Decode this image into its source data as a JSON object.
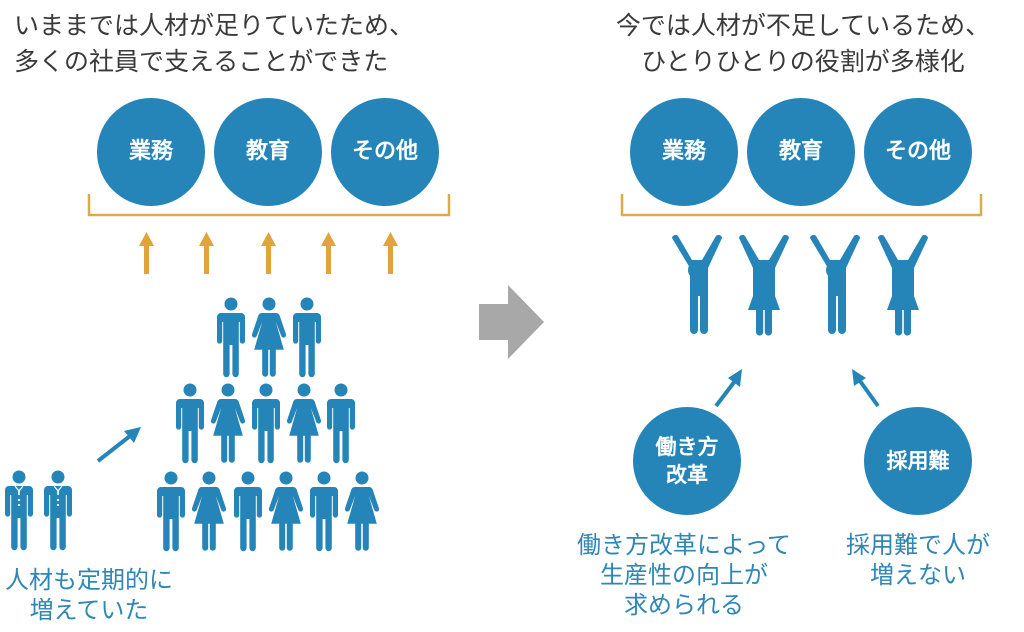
{
  "colors": {
    "primary_blue": "#2585b8",
    "accent_gold": "#e0a43a",
    "bracket_gold": "#dcab4a",
    "transition_gray": "#a8a8a8",
    "heading_text": "#3a3a3a",
    "caption_text": "#2f87b5"
  },
  "left_panel": {
    "heading": {
      "line1": "いままでは人材が足りていたため、",
      "line2": "多くの社員で支えることができた"
    },
    "roles": [
      {
        "label": "業務"
      },
      {
        "label": "教育"
      },
      {
        "label": "その他"
      }
    ],
    "support_arrow_count": 5,
    "crowd_rows": [
      [
        "man",
        "woman",
        "man"
      ],
      [
        "man",
        "woman",
        "man",
        "woman",
        "man"
      ],
      [
        "man",
        "woman",
        "man",
        "woman",
        "man",
        "woman"
      ]
    ],
    "new_hires": [
      "businessman",
      "businessman"
    ],
    "caption": {
      "line1": "人材も定期的に",
      "line2": "増えていた"
    }
  },
  "transition_icon": "right-arrow-icon",
  "right_panel": {
    "heading": {
      "line1": "今では人材が不足しているため、",
      "line2": "ひとりひとりの役割が多様化"
    },
    "roles": [
      {
        "label": "業務"
      },
      {
        "label": "教育"
      },
      {
        "label": "その他"
      }
    ],
    "workers": [
      "man-arms-up",
      "woman-arms-up",
      "man-arms-up",
      "woman-arms-up"
    ],
    "factors": [
      {
        "label_line1": "働き方",
        "label_line2": "改革",
        "caption_line1": "働き方改革によって",
        "caption_line2": "生産性の向上が",
        "caption_line3": "求められる"
      },
      {
        "label": "採用難",
        "caption_line1": "採用難で人が",
        "caption_line2": "増えない"
      }
    ]
  }
}
